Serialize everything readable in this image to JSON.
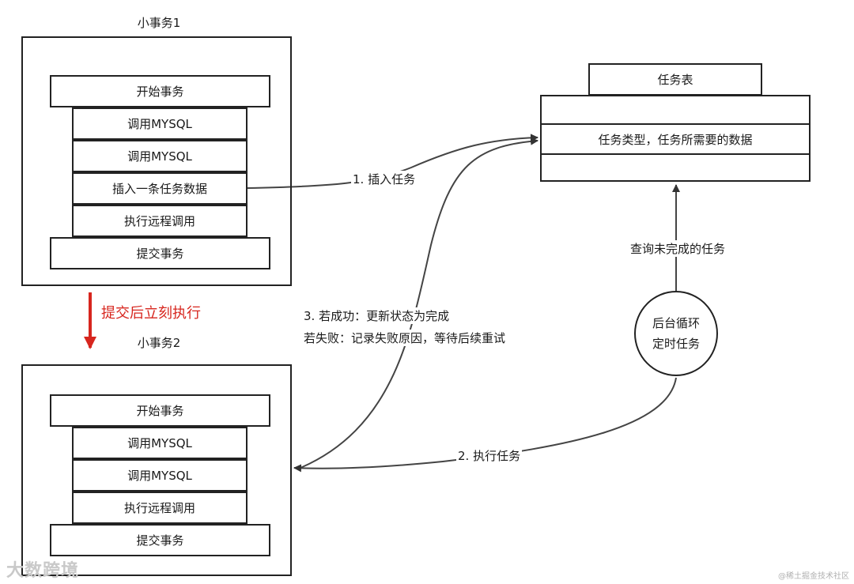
{
  "tx1": {
    "title": "小事务1",
    "steps": [
      "开始事务",
      "调用MYSQL",
      "调用MYSQL",
      "插入一条任务数据",
      "执行远程调用",
      "提交事务"
    ]
  },
  "tx2": {
    "title": "小事务2",
    "steps": [
      "开始事务",
      "调用MYSQL",
      "调用MYSQL",
      "执行远程调用",
      "提交事务"
    ]
  },
  "commit_arrow_label": "提交后立刻执行",
  "task_table": {
    "title": "任务表",
    "row": "任务类型，任务所需要的数据"
  },
  "edges": {
    "insert": "1. 插入任务",
    "execute": "2. 执行任务",
    "result_line1": "3. 若成功：更新状态为完成",
    "result_line2": "若失败：记录失败原因，等待后续重试",
    "query": "查询未完成的任务"
  },
  "scheduler": {
    "line1": "后台循环",
    "line2": "定时任务"
  },
  "watermarks": {
    "left": "大数跨境",
    "right": "@稀土掘金技术社区"
  },
  "colors": {
    "stroke": "#222222",
    "accent_red": "#d7261e"
  }
}
